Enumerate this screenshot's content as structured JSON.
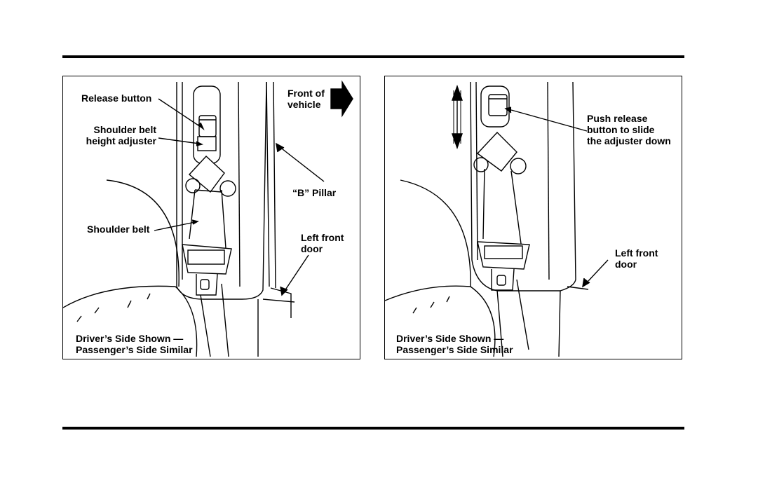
{
  "figure_left": {
    "release_button": "Release button",
    "adjuster": [
      "Shoulder belt",
      "height adjuster"
    ],
    "front": [
      "Front of",
      "vehicle"
    ],
    "pillar": "“B” Pillar",
    "shoulder_belt": "Shoulder belt",
    "door": [
      "Left front",
      "door"
    ],
    "caption": [
      "Driver’s Side Shown —",
      "Passenger’s Side Similar"
    ]
  },
  "figure_right": {
    "push": [
      "Push release",
      "button to slide",
      "the adjuster down"
    ],
    "door": [
      "Left front",
      "door"
    ],
    "caption": [
      "Driver’s Side Shown —",
      "Passenger’s Side Similar"
    ]
  }
}
